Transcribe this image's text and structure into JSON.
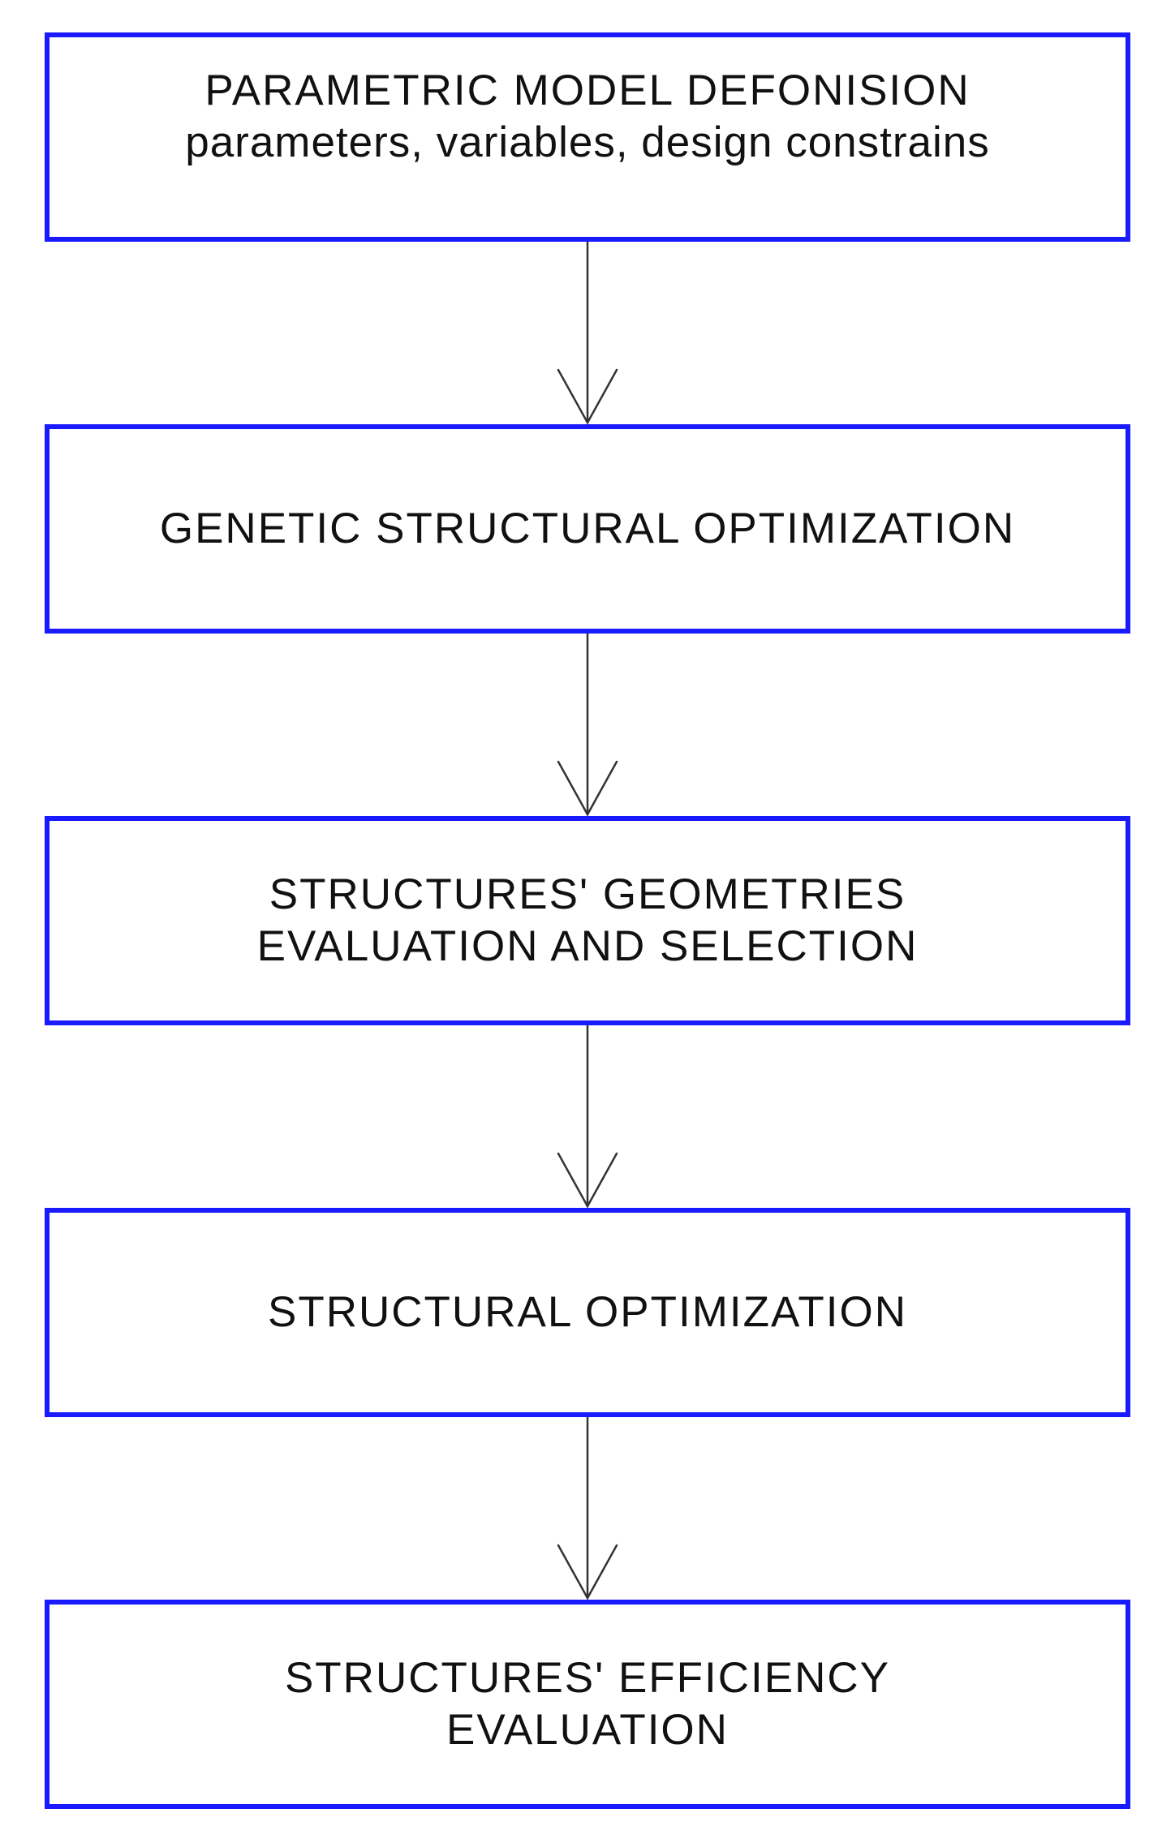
{
  "diagram": {
    "type": "flowchart",
    "direction": "top-to-bottom",
    "colors": {
      "box_border": "#1a1aff",
      "arrow": "#333333",
      "text": "#111111",
      "background": "#ffffff"
    },
    "nodes": [
      {
        "id": "parametric-model",
        "lines": [
          "PARAMETRIC MODEL DEFONISION",
          "parameters, variables, design constrains"
        ]
      },
      {
        "id": "genetic-optimization",
        "lines": [
          "GENETIC STRUCTURAL OPTIMIZATION"
        ]
      },
      {
        "id": "geometries-evaluation",
        "lines": [
          "STRUCTURES' GEOMETRIES",
          "EVALUATION AND SELECTION"
        ]
      },
      {
        "id": "structural-optimization",
        "lines": [
          "STRUCTURAL OPTIMIZATION"
        ]
      },
      {
        "id": "efficiency-evaluation",
        "lines": [
          "STRUCTURES' EFFICIENCY",
          "EVALUATION"
        ]
      }
    ],
    "edges": [
      {
        "from": "parametric-model",
        "to": "genetic-optimization"
      },
      {
        "from": "genetic-optimization",
        "to": "geometries-evaluation"
      },
      {
        "from": "geometries-evaluation",
        "to": "structural-optimization"
      },
      {
        "from": "structural-optimization",
        "to": "efficiency-evaluation"
      }
    ]
  }
}
